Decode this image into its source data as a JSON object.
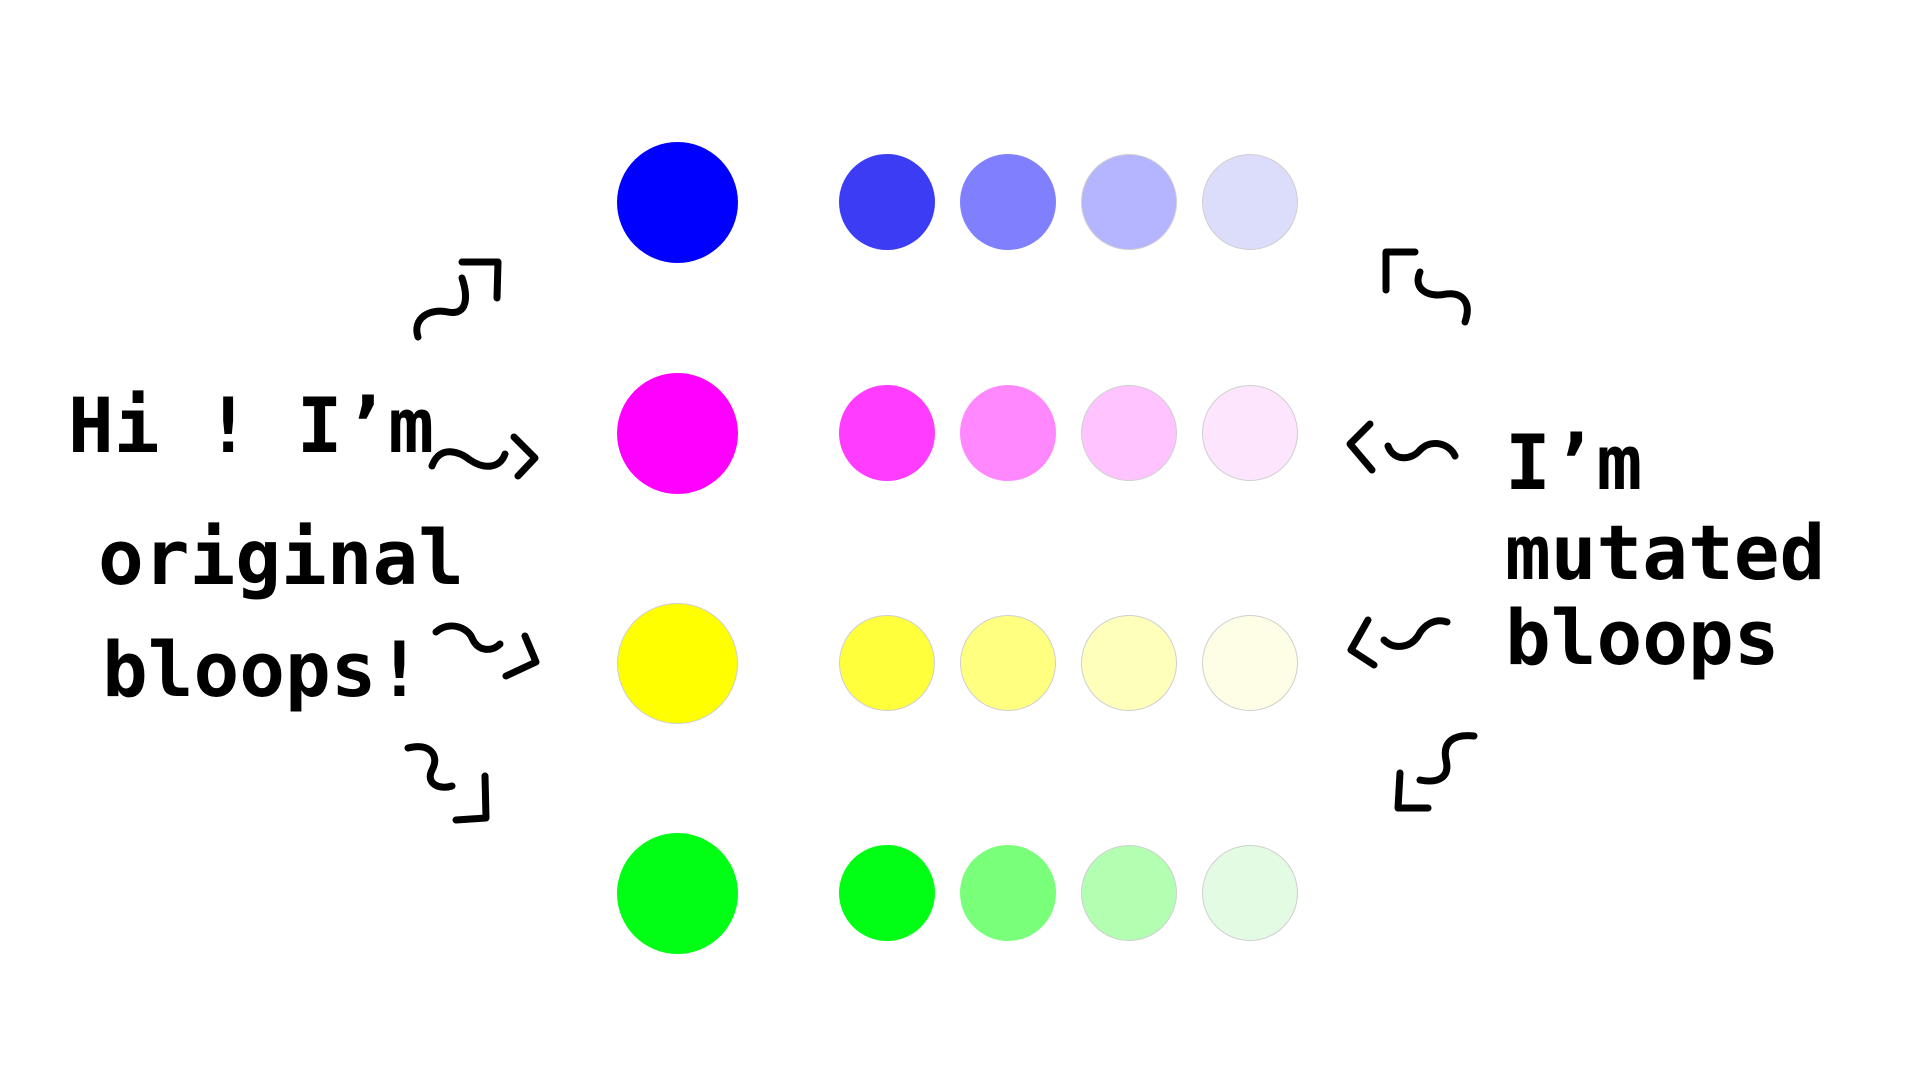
{
  "left_label": {
    "lines": [
      "Hi ! I’m",
      "original",
      "bloops!"
    ]
  },
  "right_label": {
    "lines": [
      "I’m",
      "mutated",
      "bloops"
    ]
  },
  "rows": [
    {
      "name": "blue",
      "original_color": "#0000ff",
      "mutated_colors": [
        "#3c3cf5",
        "#8080ff",
        "#b4b4ff",
        "#dcdcfb"
      ]
    },
    {
      "name": "magenta",
      "original_color": "#ff00ff",
      "mutated_colors": [
        "#ff3cff",
        "#ff88ff",
        "#ffc4ff",
        "#fde6fd"
      ]
    },
    {
      "name": "yellow",
      "original_color": "#ffff00",
      "mutated_colors": [
        "#ffff3c",
        "#ffff80",
        "#ffffbc",
        "#fefee6"
      ]
    },
    {
      "name": "green",
      "original_color": "#00ff14",
      "mutated_colors": [
        "#00ff14",
        "#7aff7a",
        "#b2ffb2",
        "#e2fbe2"
      ]
    }
  ],
  "ink_color": "#000000"
}
